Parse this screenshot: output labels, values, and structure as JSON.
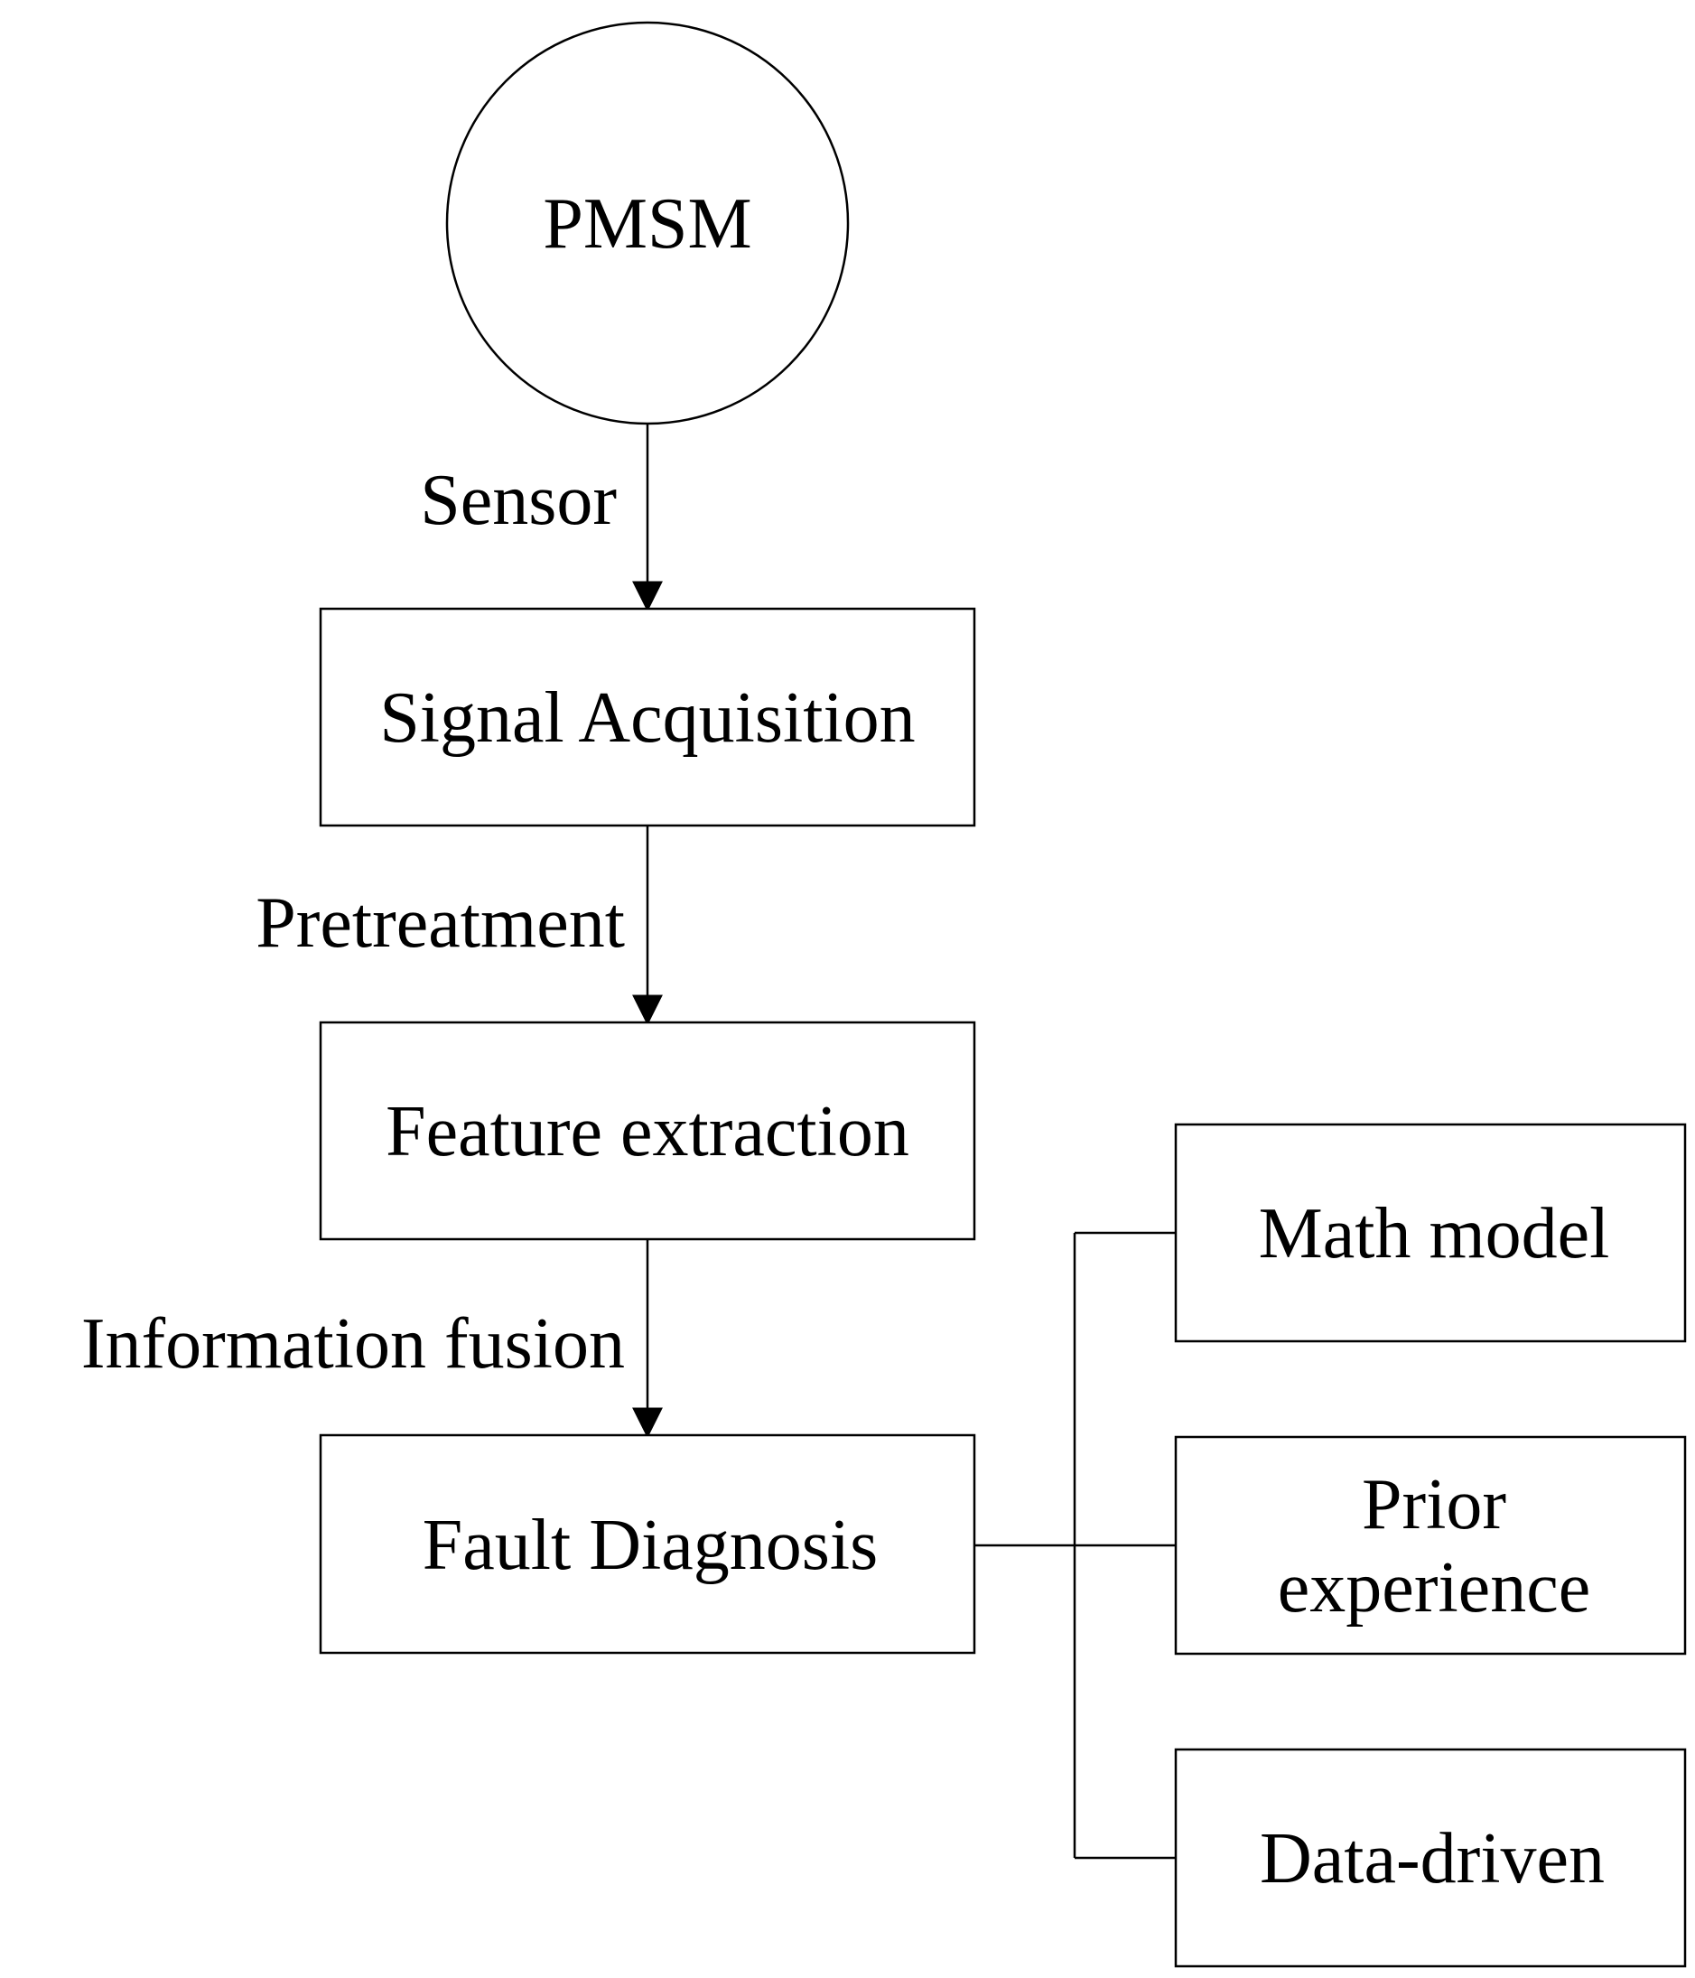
{
  "nodes": {
    "motor": "PMSM",
    "acquisition": "Signal Acquisition",
    "feature": "Feature extraction",
    "diagnosis": "Fault Diagnosis",
    "math": "Math model",
    "prior_line1": "Prior",
    "prior_line2": "experience",
    "data": "Data-driven"
  },
  "edges": {
    "sensor": "Sensor",
    "pretreatment": "Pretreatment",
    "fusion": "Information fusion"
  }
}
